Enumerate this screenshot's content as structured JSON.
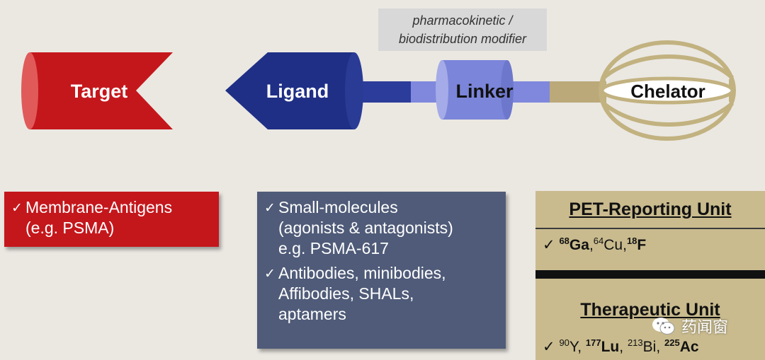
{
  "modifier": {
    "line1": "pharmacokinetic /",
    "line2": "biodistribution modifier"
  },
  "components": {
    "target": "Target",
    "ligand": "Ligand",
    "linker": "Linker",
    "chelator": "Chelator"
  },
  "target_box": {
    "check": "✓",
    "line1": "Membrane-Antigens",
    "line2": "(e.g. PSMA)"
  },
  "ligand_box": {
    "check": "✓",
    "item1": [
      "Small-molecules",
      "(agonists & antagonists)",
      "e.g. PSMA-617"
    ],
    "item2": [
      "Antibodies, minibodies,",
      "Affibodies, SHALs,",
      "aptamers"
    ]
  },
  "radio_box": {
    "pet_title": "PET-Reporting Unit",
    "therapeutic_title": "Therapeutic Unit",
    "check": "✓",
    "pet_isotopes": [
      {
        "mass": "68",
        "symbol": "Ga",
        "sep": ",",
        "bold": true
      },
      {
        "mass": "64",
        "symbol": "Cu",
        "sep": ",",
        "bold": false
      },
      {
        "mass": "18",
        "symbol": "F",
        "sep": "",
        "bold": true
      }
    ],
    "therapeutic_isotopes": [
      {
        "mass": "90",
        "symbol": "Y",
        "sep": ", ",
        "bold": false
      },
      {
        "mass": "177",
        "symbol": "Lu",
        "sep": ", ",
        "bold": true
      },
      {
        "mass": "213",
        "symbol": "Bi",
        "sep": ", ",
        "bold": false
      },
      {
        "mass": "225",
        "symbol": "Ac",
        "sep": "",
        "bold": true
      }
    ]
  },
  "watermark": {
    "text": "药闻窗"
  },
  "colors": {
    "background": "#ebe8e2",
    "target_red": "#c4171c",
    "ligand_navy": "#1f2f86",
    "linker_blue": "#7b85d9",
    "chelator_tan": "#c9bb8e",
    "ligand_box": "#4f5b78"
  }
}
